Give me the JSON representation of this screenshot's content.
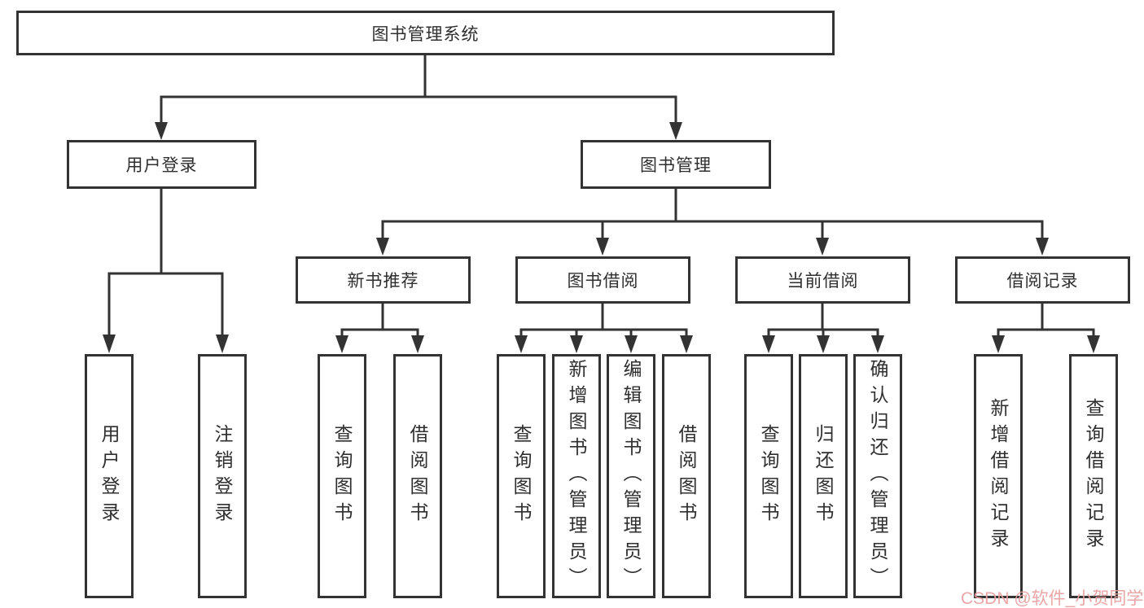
{
  "tree": {
    "root": "图书管理系统",
    "branches": [
      {
        "label": "用户登录",
        "children": [
          "用户登录",
          "注销登录"
        ]
      },
      {
        "label": "图书管理",
        "children": [
          {
            "label": "新书推荐",
            "children": [
              "查询图书",
              "借阅图书"
            ]
          },
          {
            "label": "图书借阅",
            "children": [
              "查询图书",
              "新增图书（管理员）",
              "编辑图书（管理员）",
              "借阅图书"
            ]
          },
          {
            "label": "当前借阅",
            "children": [
              "查询图书",
              "归还图书",
              "确认归还（管理员）"
            ]
          },
          {
            "label": "借阅记录",
            "children": [
              "新增借阅记录",
              "查询借阅记录"
            ]
          }
        ]
      }
    ]
  },
  "watermark": "CSDN @软件_小贺同学",
  "colors": {
    "line": "#333333",
    "text": "#2f2f2f",
    "background": "#ffffff",
    "watermark": "#e89e9e"
  }
}
